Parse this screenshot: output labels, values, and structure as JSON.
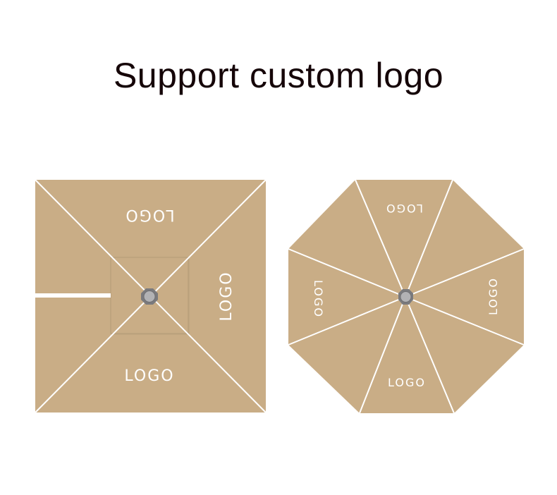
{
  "title": "Support custom logo",
  "colors": {
    "canopy": "#c9ad86",
    "seam": "#ffffff",
    "hub": "#a9a9ab",
    "hub_outline": "#6f6f72",
    "title": "#150508"
  },
  "square_umbrella": {
    "shape": "square",
    "logos": {
      "top": "LOGO",
      "right": "LOGO",
      "bottom": "LOGO"
    },
    "icons": [
      "hub-icon"
    ]
  },
  "octagon_umbrella": {
    "shape": "octagon",
    "logos": {
      "top": "LOGO",
      "right": "LOGO",
      "bottom": "LOGO",
      "left": "LOGO"
    },
    "icons": [
      "hub-icon"
    ]
  }
}
